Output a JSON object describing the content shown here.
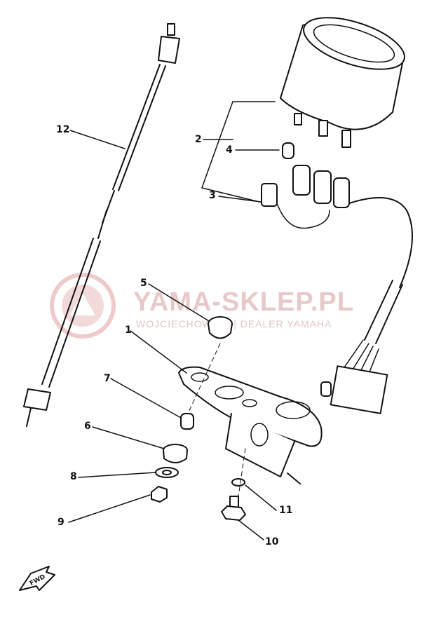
{
  "watermark": {
    "title": "YAMA-SKLEP.PL",
    "subtitle": "WOJCIECHOWICZ | DEALER YAMAHA"
  },
  "parts": [
    {
      "key": "p1",
      "label": "1"
    },
    {
      "key": "p2",
      "label": "2"
    },
    {
      "key": "p3",
      "label": "3"
    },
    {
      "key": "p4",
      "label": "4"
    },
    {
      "key": "p5",
      "label": "5"
    },
    {
      "key": "p6",
      "label": "6"
    },
    {
      "key": "p7",
      "label": "7"
    },
    {
      "key": "p8",
      "label": "8"
    },
    {
      "key": "p9",
      "label": "9"
    },
    {
      "key": "p10",
      "label": "10"
    },
    {
      "key": "p11",
      "label": "11"
    },
    {
      "key": "p12",
      "label": "12"
    }
  ],
  "direction_arrow": {
    "text": "FWD"
  },
  "colors": {
    "ink": "#111111",
    "watermark": "#e8c9c9"
  }
}
